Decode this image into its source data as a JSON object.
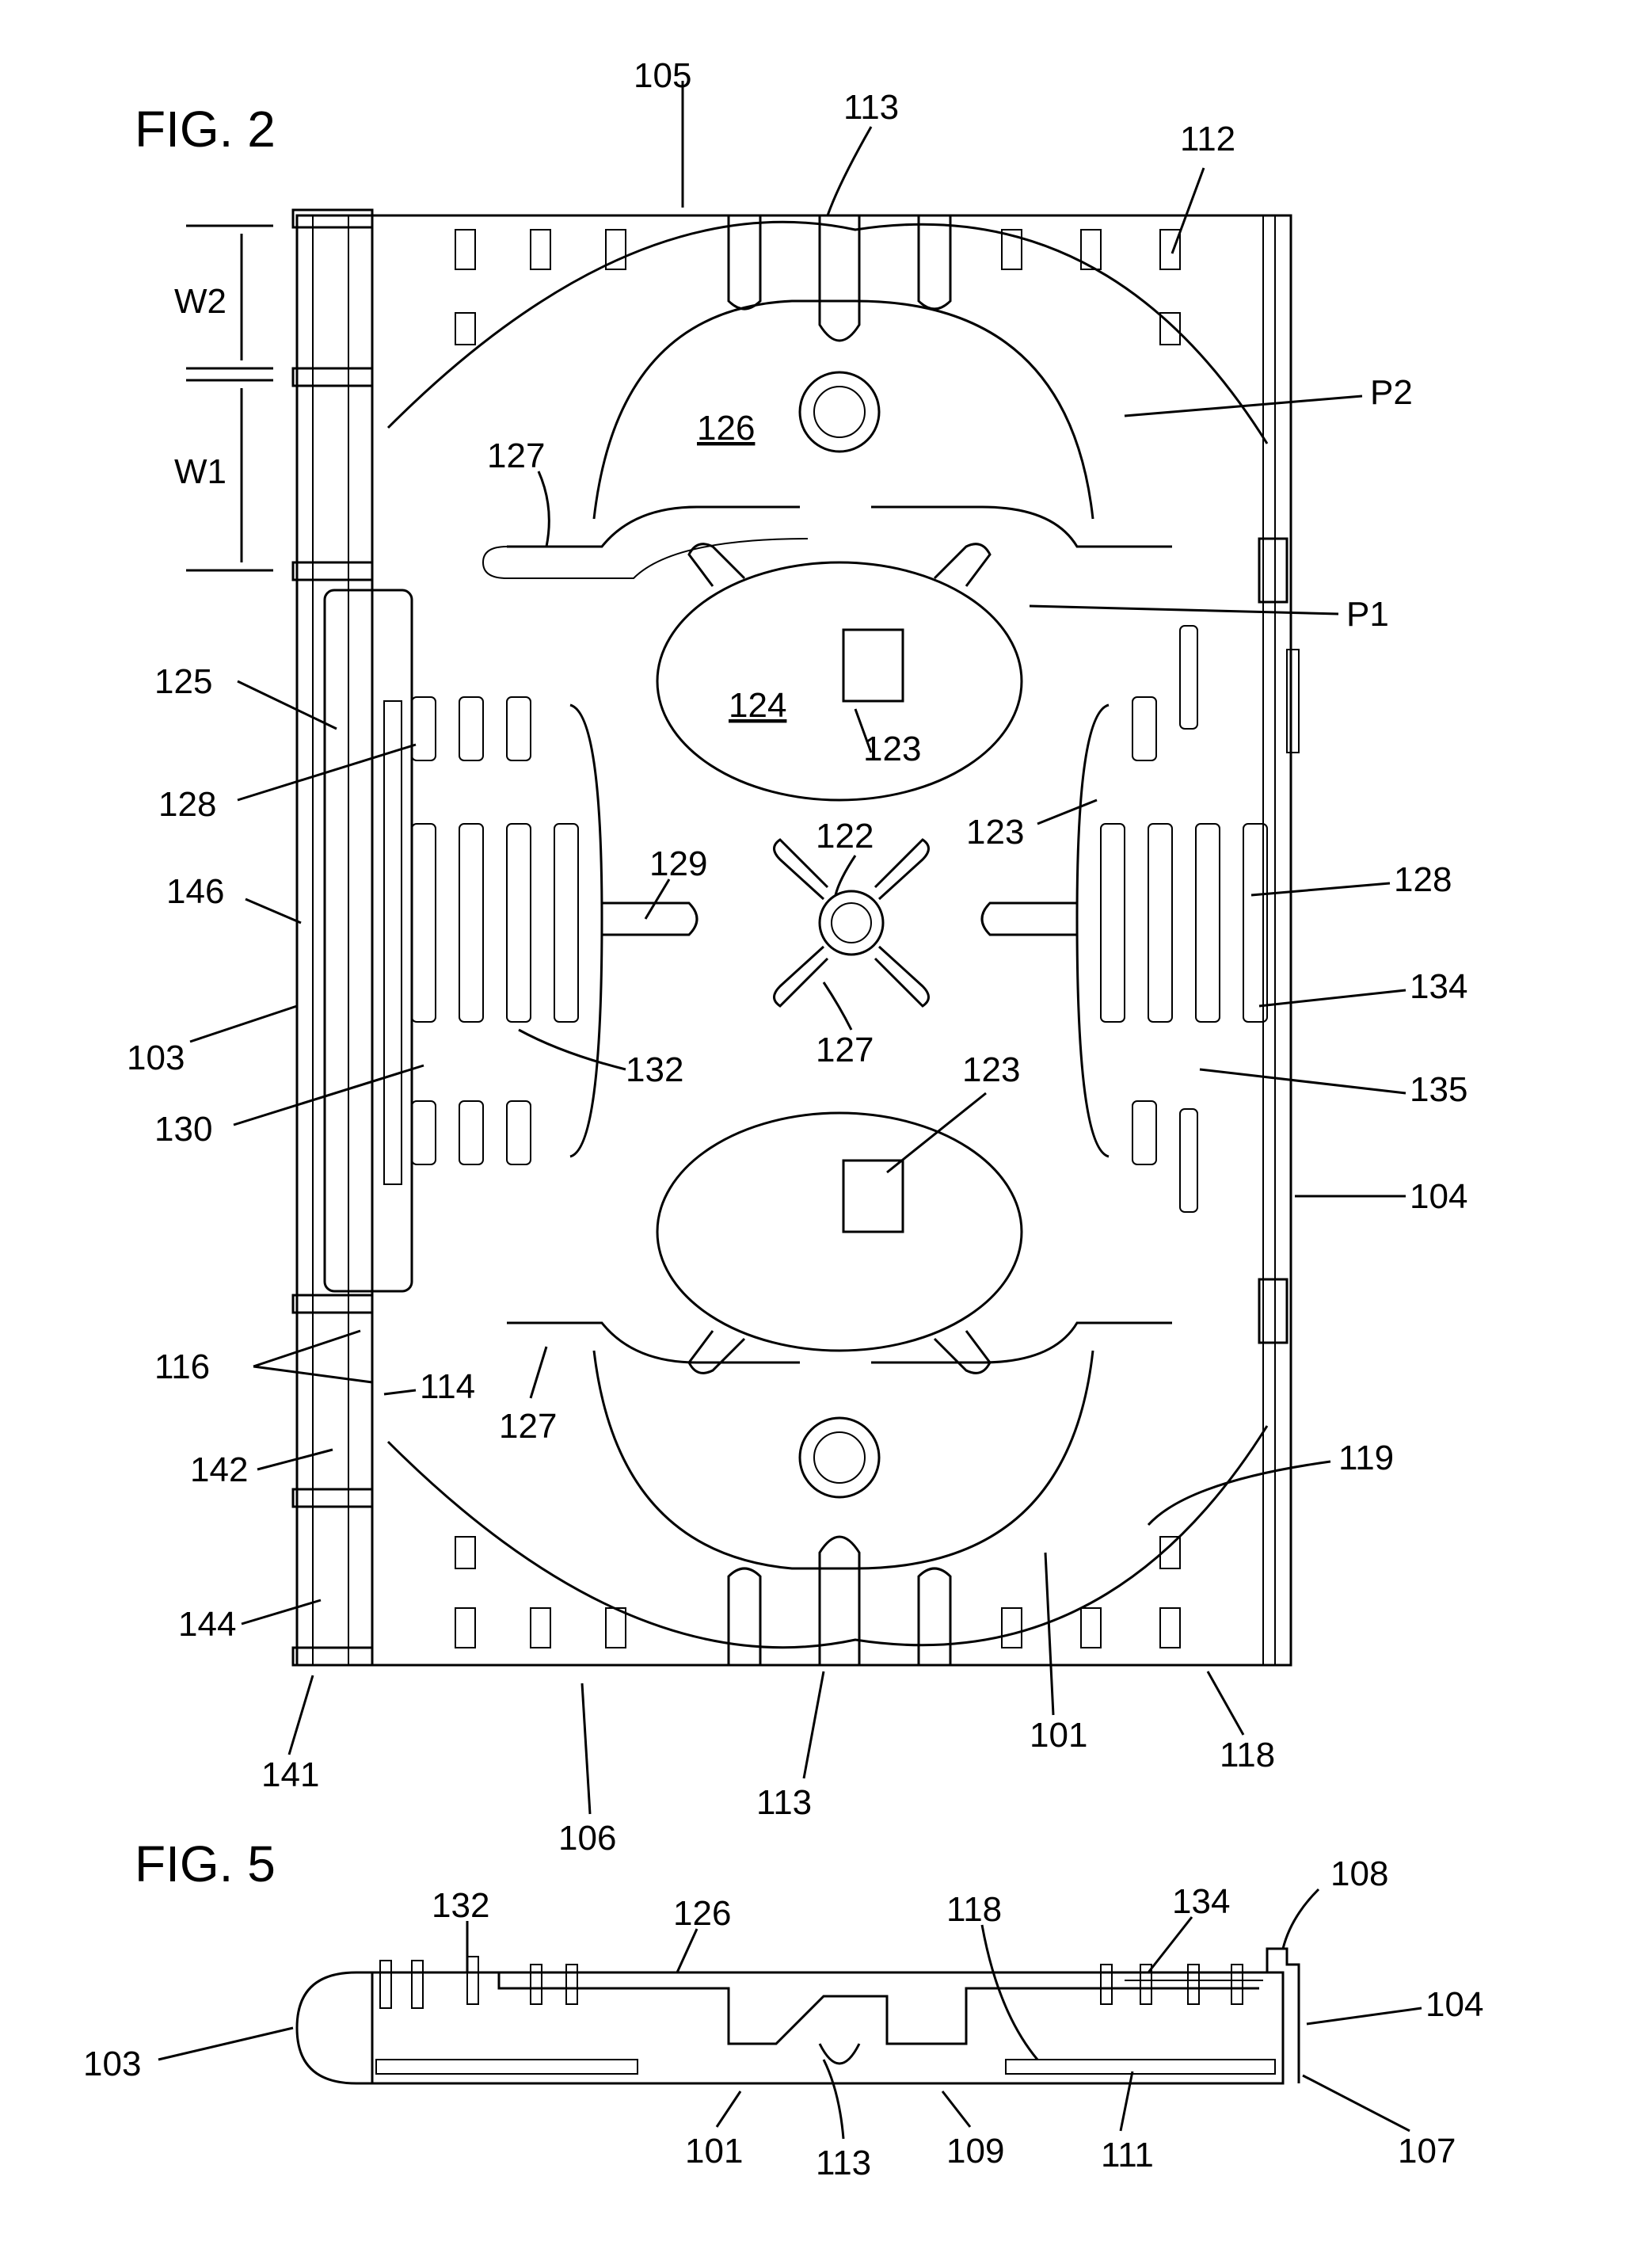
{
  "figures": {
    "fig2_title": "FIG. 2",
    "fig5_title": "FIG. 5"
  },
  "fig2_labels": {
    "l105": "105",
    "l113_top": "113",
    "l112": "112",
    "lW2": "W2",
    "lW1": "W1",
    "lP2": "P2",
    "l126": "126",
    "l127_top": "127",
    "lP1": "P1",
    "l125": "125",
    "l124": "124",
    "l123_a": "123",
    "l128_left": "128",
    "l123_b": "123",
    "l122": "122",
    "l146": "146",
    "l129": "129",
    "l128_right": "128",
    "l134": "134",
    "l103": "103",
    "l127_mid": "127",
    "l132": "132",
    "l123_c": "123",
    "l130": "130",
    "l135": "135",
    "l104": "104",
    "l116": "116",
    "l114": "114",
    "l127_bot": "127",
    "l142": "142",
    "l119": "119",
    "l144": "144",
    "l101": "101",
    "l118": "118",
    "l141": "141",
    "l113_bot": "113",
    "l106": "106"
  },
  "fig5_labels": {
    "l132": "132",
    "l126": "126",
    "l118": "118",
    "l134": "134",
    "l108": "108",
    "l103": "103",
    "l104": "104",
    "l101": "101",
    "l113": "113",
    "l109": "109",
    "l111": "111",
    "l107": "107"
  }
}
